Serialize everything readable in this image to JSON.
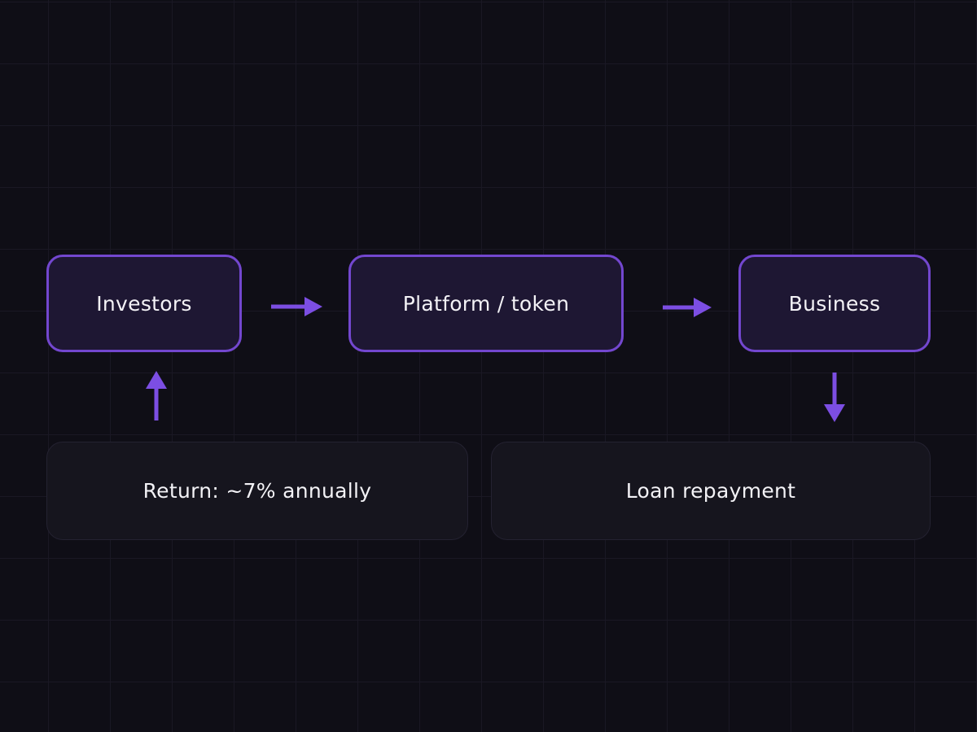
{
  "nodes": {
    "investors": {
      "label": "Investors"
    },
    "platform": {
      "label": "Platform / token"
    },
    "business": {
      "label": "Business"
    },
    "return_info": {
      "label": "Return: ~7% annually"
    },
    "loan_info": {
      "label": "Loan repayment"
    }
  },
  "arrows": [
    {
      "name": "investors-to-platform",
      "direction": "right"
    },
    {
      "name": "platform-to-business",
      "direction": "right"
    },
    {
      "name": "return-to-investors",
      "direction": "up"
    },
    {
      "name": "business-to-loan",
      "direction": "down"
    }
  ],
  "colors": {
    "background": "#0f0e16",
    "grid_line": "#1a1824",
    "node_fill": "#1e1733",
    "node_border": "#7347cf",
    "info_fill": "#16151e",
    "info_border": "#242231",
    "arrow": "#7c4ee3",
    "text": "#f3f2f6"
  }
}
